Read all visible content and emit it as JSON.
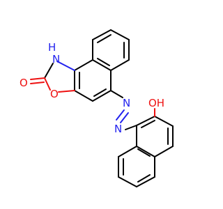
{
  "molecule": {
    "atoms": {
      "nh": {
        "label": "H",
        "element": "N",
        "color": "#2222ee"
      },
      "nh_n": {
        "label": "N",
        "element": "N",
        "color": "#2222ee"
      },
      "carbonyl_o": {
        "label": "O",
        "element": "O",
        "color": "#ee1111"
      },
      "ring_o": {
        "label": "O",
        "element": "O",
        "color": "#ee1111"
      },
      "azo_n1": {
        "label": "N",
        "element": "N",
        "color": "#2222ee"
      },
      "azo_n2": {
        "label": "N",
        "element": "N",
        "color": "#2222ee"
      },
      "hydroxyl": {
        "label": "OH",
        "element": "O",
        "color": "#ee1111"
      }
    }
  }
}
